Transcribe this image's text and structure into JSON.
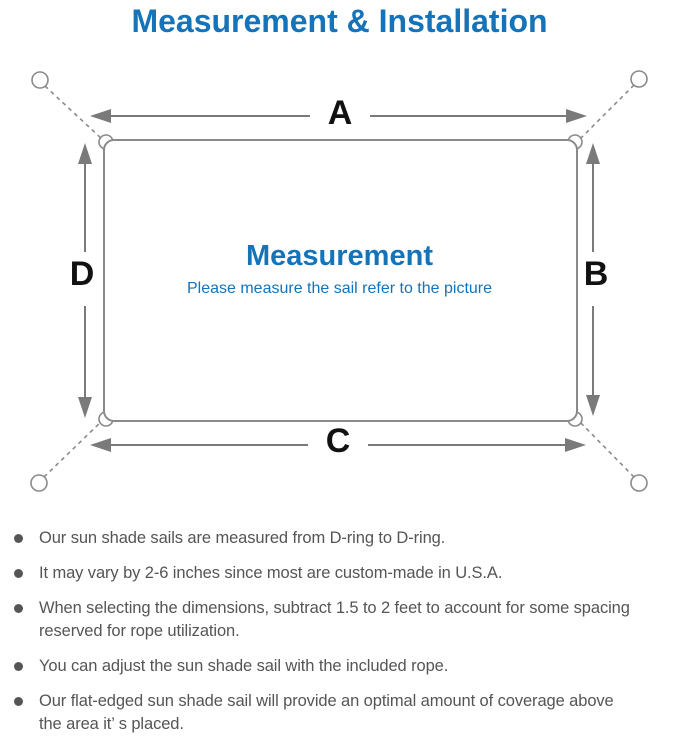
{
  "title": "Measurement & Installation",
  "diagram": {
    "labels": {
      "top": "A",
      "right": "B",
      "bottom": "C",
      "left": "D"
    },
    "center_title": "Measurement",
    "center_subtitle": "Please measure the sail refer to the picture",
    "colors": {
      "accent_blue": "#1473b9",
      "line_gray": "#8a8a8a",
      "arrow_gray": "#7a7a7a",
      "label_black": "#111111",
      "body_text_gray": "#555555"
    }
  },
  "notes": {
    "items": [
      "Our sun shade sails are measured from D-ring to D-ring.",
      "It may vary by 2-6 inches since most are custom-made in U.S.A.",
      "When selecting the dimensions, subtract 1.5 to 2 feet to account for some spacing\nreserved for rope utilization.",
      "You can adjust the sun shade sail with the included rope.",
      "Our flat-edged sun shade sail will provide an optimal amount of coverage above\nthe area it’ s placed."
    ]
  }
}
